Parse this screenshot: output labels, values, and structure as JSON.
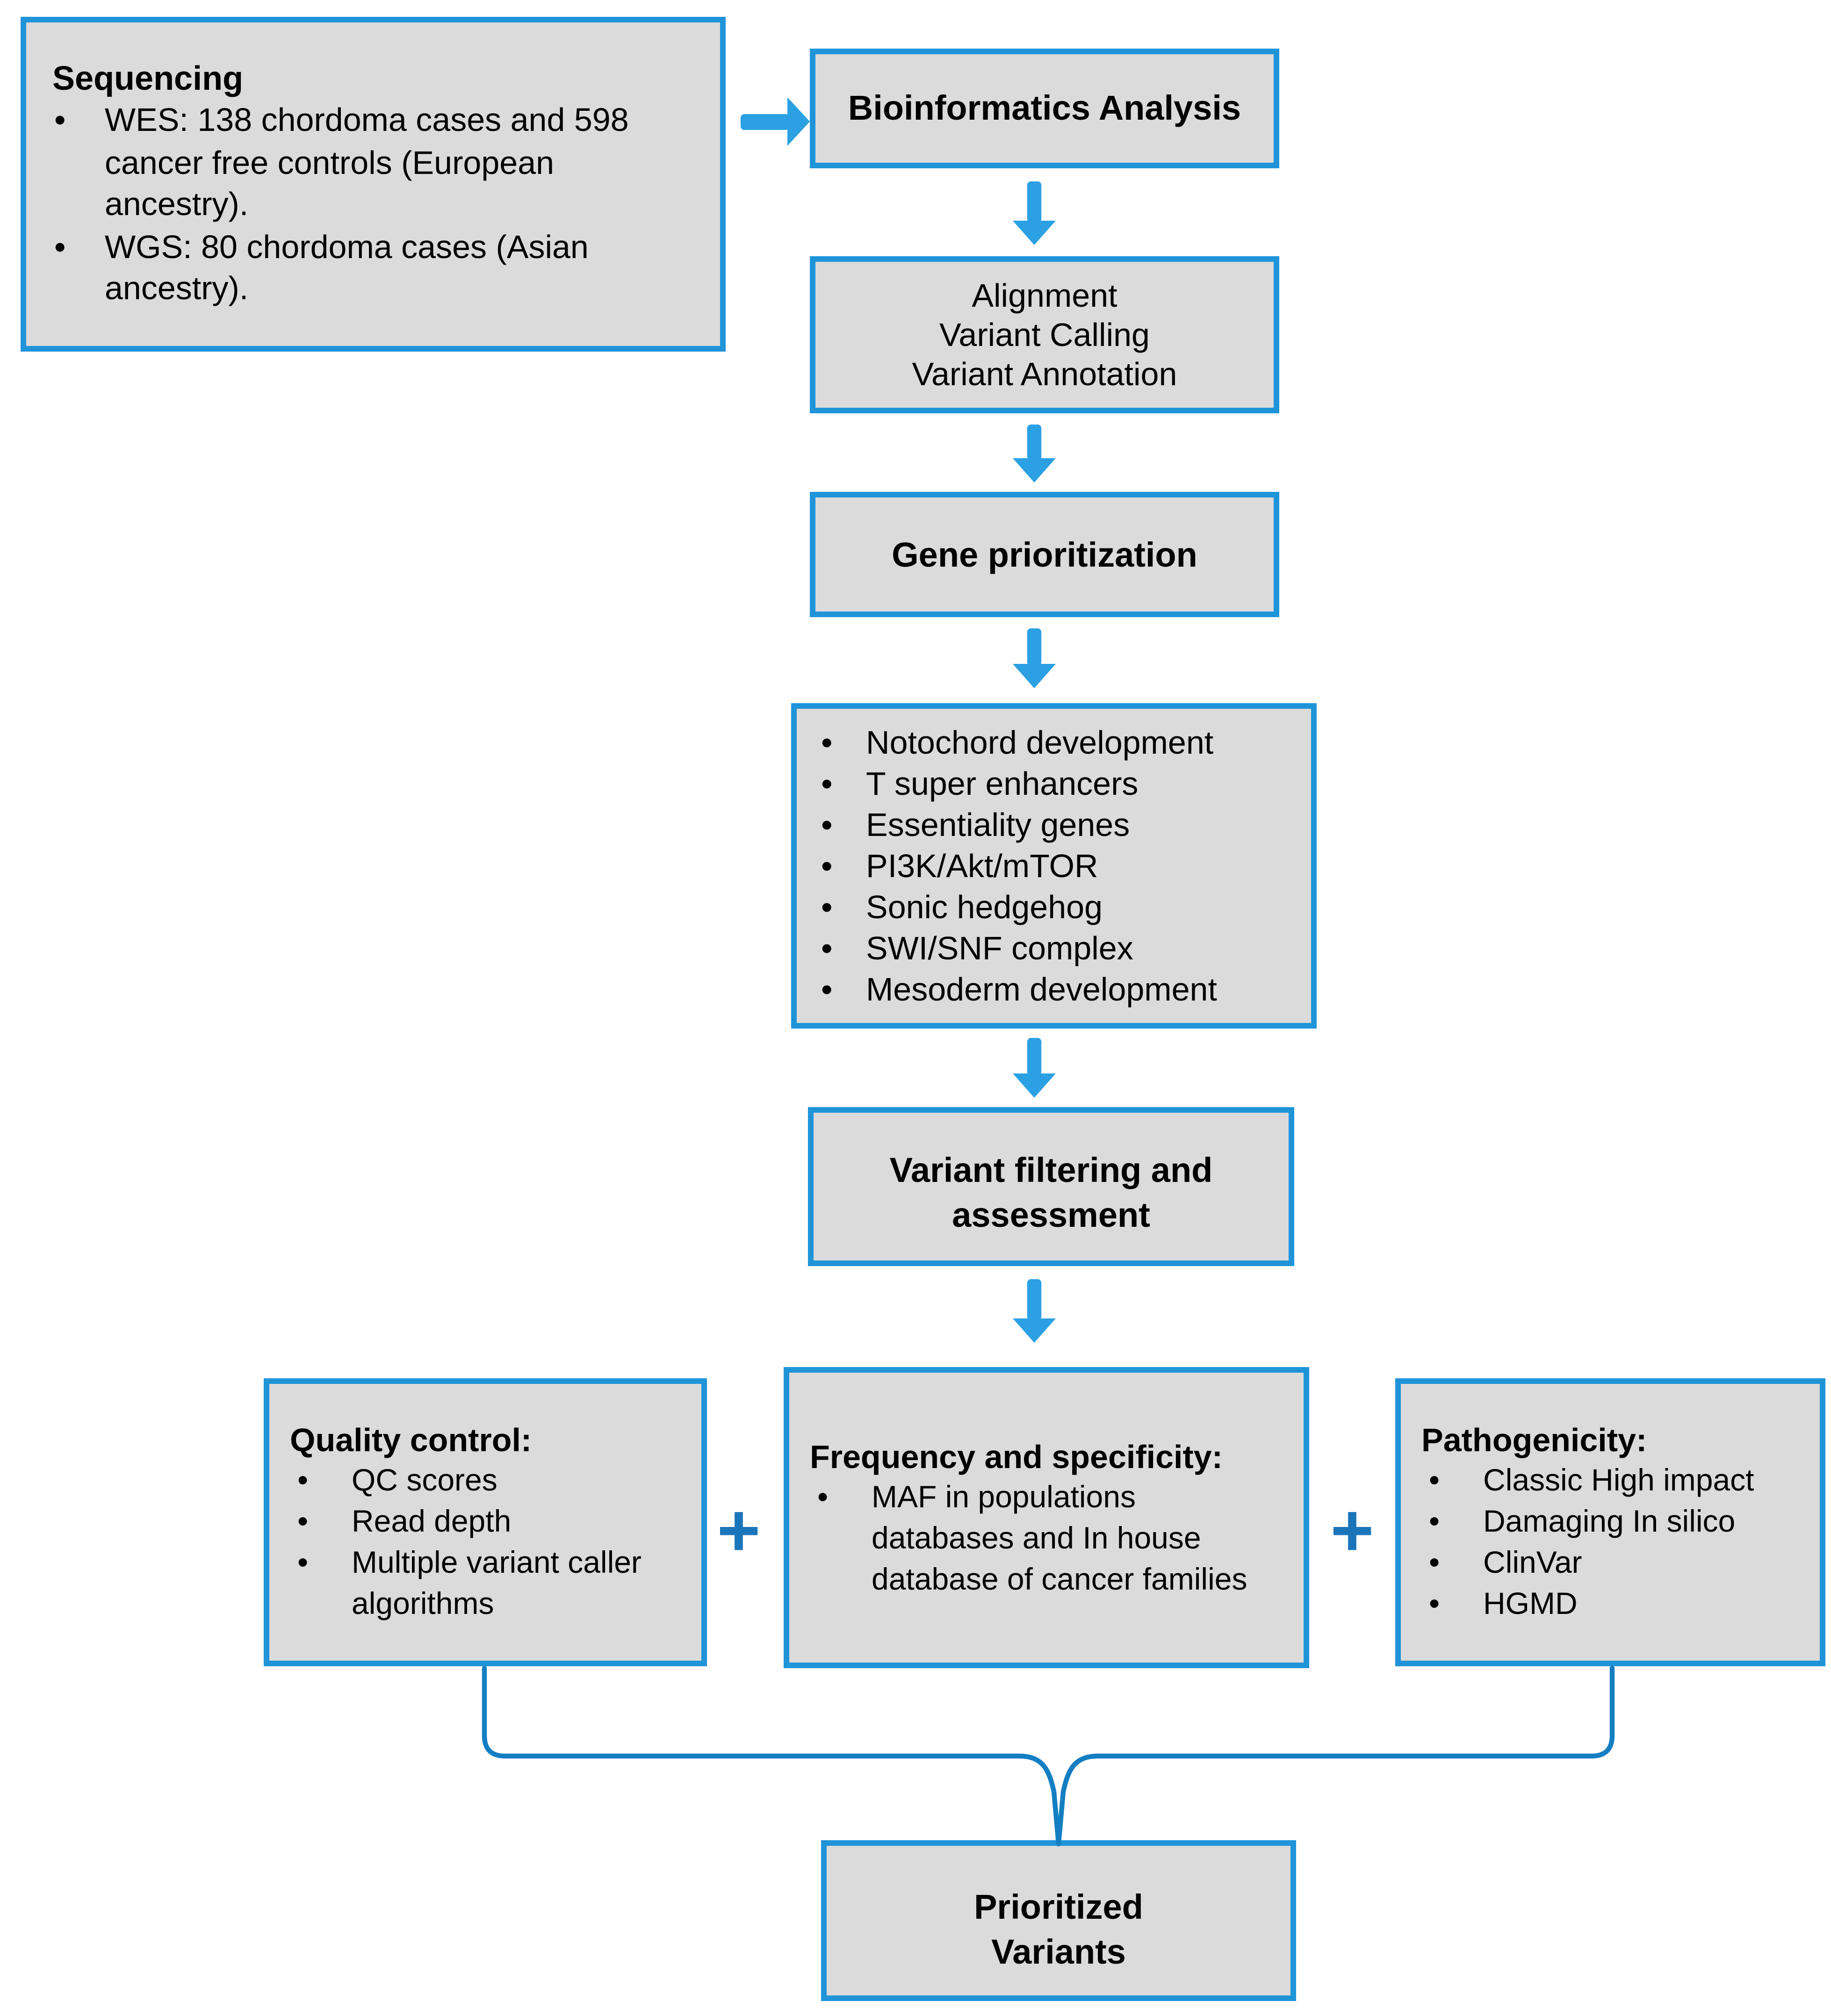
{
  "bullet_char": "•",
  "colors": {
    "box_fill": "#dbdbdb",
    "box_border": "#2094d8",
    "arrow": "#2ba0e2",
    "plus": "#1b75ba",
    "connector": "#147ec2",
    "text": "#000000",
    "background": "#ffffff"
  },
  "sequencing": {
    "title": "Sequencing",
    "bullets": [
      {
        "lines": [
          "WES: 138 chordoma cases and 598",
          "cancer free controls (European",
          "ancestry)."
        ]
      },
      {
        "lines": [
          "WGS: 80 chordoma cases (Asian",
          "ancestry)."
        ]
      }
    ]
  },
  "bioinformatics": {
    "title": "Bioinformatics Analysis"
  },
  "pipeline_steps": {
    "lines": [
      "Alignment",
      "Variant Calling",
      "Variant Annotation"
    ]
  },
  "gene_prioritization": {
    "title": "Gene prioritization"
  },
  "gene_categories": {
    "items": [
      "Notochord development",
      "T super enhancers",
      "Essentiality genes",
      "PI3K/Akt/mTOR",
      "Sonic hedgehog",
      "SWI/SNF complex",
      "Mesoderm development"
    ]
  },
  "variant_filtering": {
    "lines": [
      "Variant filtering and",
      "assessment"
    ]
  },
  "quality_control": {
    "title": "Quality control:",
    "bullets": [
      {
        "lines": [
          "QC scores"
        ]
      },
      {
        "lines": [
          "Read depth"
        ]
      },
      {
        "lines": [
          "Multiple variant caller",
          "algorithms"
        ]
      }
    ]
  },
  "frequency_specificity": {
    "title": "Frequency and specificity:",
    "bullets": [
      {
        "lines": [
          "MAF in populations",
          "databases and In house",
          "database of cancer families"
        ]
      }
    ]
  },
  "pathogenicity": {
    "title": "Pathogenicity:",
    "bullets": [
      {
        "lines": [
          "Classic High impact"
        ]
      },
      {
        "lines": [
          "Damaging In silico"
        ]
      },
      {
        "lines": [
          "ClinVar"
        ]
      },
      {
        "lines": [
          "HGMD"
        ]
      }
    ]
  },
  "combine": {
    "plus_left": "+",
    "plus_right": "+"
  },
  "prioritized_variants": {
    "lines": [
      "Prioritized",
      "Variants"
    ]
  }
}
